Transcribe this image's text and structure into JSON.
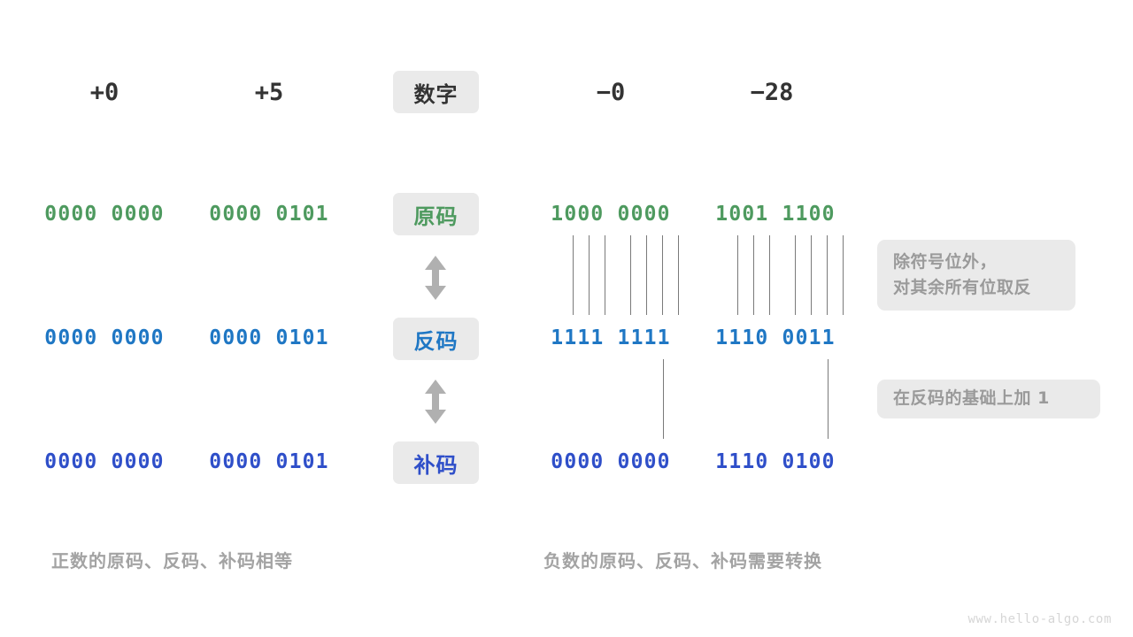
{
  "page": {
    "background": "#ffffff",
    "watermark": "www.hello-algo.com"
  },
  "colors": {
    "green": "#4e9a5f",
    "blue": "#1f77c4",
    "indigo": "#2f4fc9",
    "dark": "#333333",
    "muted": "#a3a3a3",
    "pill_bg": "#eaeaea",
    "line": "#7a7a7a"
  },
  "header": {
    "row_label": "数字",
    "columns": [
      {
        "label": "+0"
      },
      {
        "label": "+5"
      },
      {
        "label": "−0"
      },
      {
        "label": "−28"
      }
    ]
  },
  "rows": [
    {
      "label": "原码",
      "color": "green",
      "values": [
        "0000 0000",
        "0000 0101",
        "1000 0000",
        "1001 1100"
      ]
    },
    {
      "label": "反码",
      "color": "blue",
      "values": [
        "0000 0000",
        "0000 0101",
        "1111 1111",
        "1110 0011"
      ]
    },
    {
      "label": "补码",
      "color": "indigo",
      "values": [
        "0000 0000",
        "0000 0101",
        "0000 0000",
        "1110 0100"
      ]
    }
  ],
  "notes": [
    {
      "id": "invert-note",
      "lines": [
        "除符号位外，",
        "对其余所有位取反"
      ]
    },
    {
      "id": "add-one-note",
      "lines": [
        "在反码的基础上加  1"
      ]
    }
  ],
  "captions": {
    "left": "正数的原码、反码、补码相等",
    "right": "负数的原码、反码、补码需要转换"
  },
  "arrows": [
    {
      "id": "arrow-yuan-to-fan",
      "icon": "double-arrow-vertical-icon"
    },
    {
      "id": "arrow-fan-to-bu",
      "icon": "double-arrow-vertical-icon"
    }
  ]
}
